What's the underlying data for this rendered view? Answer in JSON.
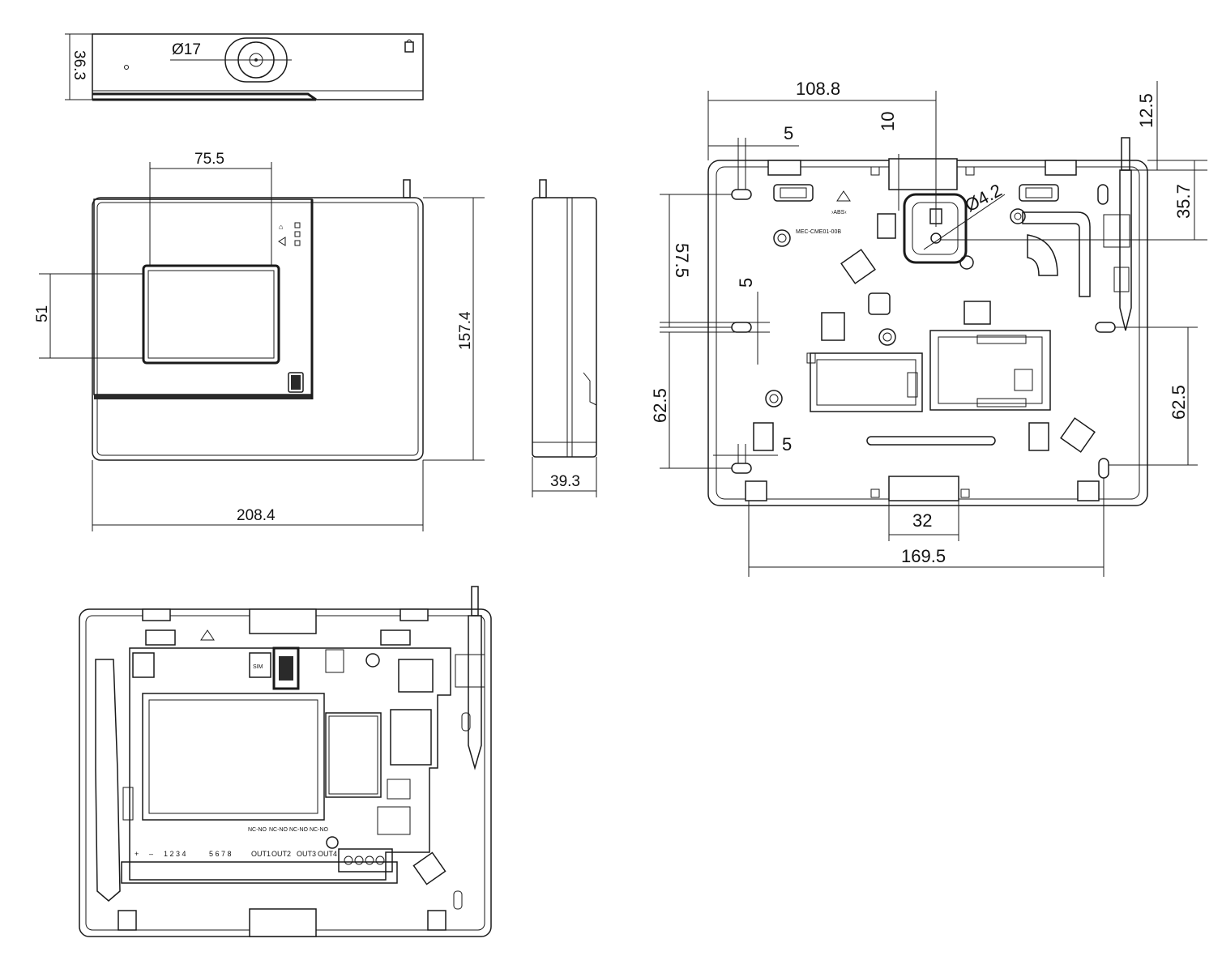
{
  "dimensions": {
    "top_view_height": "36.3",
    "top_view_diameter": "Ø17",
    "front_screen_width": "75.5",
    "front_screen_height": "51",
    "front_height": "157.4",
    "front_width": "208.4",
    "side_depth": "39.3",
    "back_108": "108.8",
    "back_5_top": "5",
    "back_10": "10",
    "back_12_5": "12.5",
    "back_hole_d": "Ø4.2",
    "back_35_7": "35.7",
    "back_57_5": "57.5",
    "back_5_mid": "5",
    "back_62_5_left": "62.5",
    "back_62_5_right": "62.5",
    "back_5_bottom": "5",
    "back_32": "32",
    "back_169_5": "169.5"
  },
  "labels": {
    "material": "›ABS‹",
    "part_code": "MEC-CME01-00B",
    "sim": "SIM",
    "terminal_plus": "+",
    "terminal_minus": "–",
    "inputs_a": "1 2 3 4",
    "inputs_b": "5 6 7 8",
    "out1": "OUT1",
    "out2": "OUT2",
    "out3": "OUT3",
    "out4": "OUT4",
    "nc_no_1": "NC-NO",
    "nc_no_2": "NC-NO",
    "nc_no_3": "NC-NO",
    "nc_no_4": "NC-NO"
  }
}
